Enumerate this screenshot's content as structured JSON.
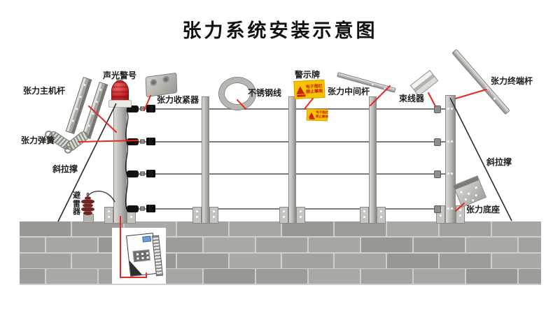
{
  "title": "张力系统安装示意图",
  "labels": {
    "main_pole": "张力主机杆",
    "alarm": "声光警号",
    "tightener": "张力收紧器",
    "steel_wire": "不锈钢线",
    "warning_sign": "警示牌",
    "middle_pole": "张力中间杆",
    "wire_binder": "束线器",
    "terminal_pole": "张力终端杆",
    "spring": "张力弹簧",
    "brace_left": "斜拉撑",
    "brace_right": "斜拉撑",
    "arrester": "避雷器",
    "base_plate": "张力底座"
  },
  "warning_sign": {
    "line1": "电子围栏",
    "line2": "禁止攀爬"
  },
  "colors": {
    "callout_red": "#e8281e",
    "sign_yellow": "#f6c400",
    "sign_text_red": "#cc2000",
    "beacon_red": "#c42020",
    "wall_gray": "#a5a4a1"
  }
}
